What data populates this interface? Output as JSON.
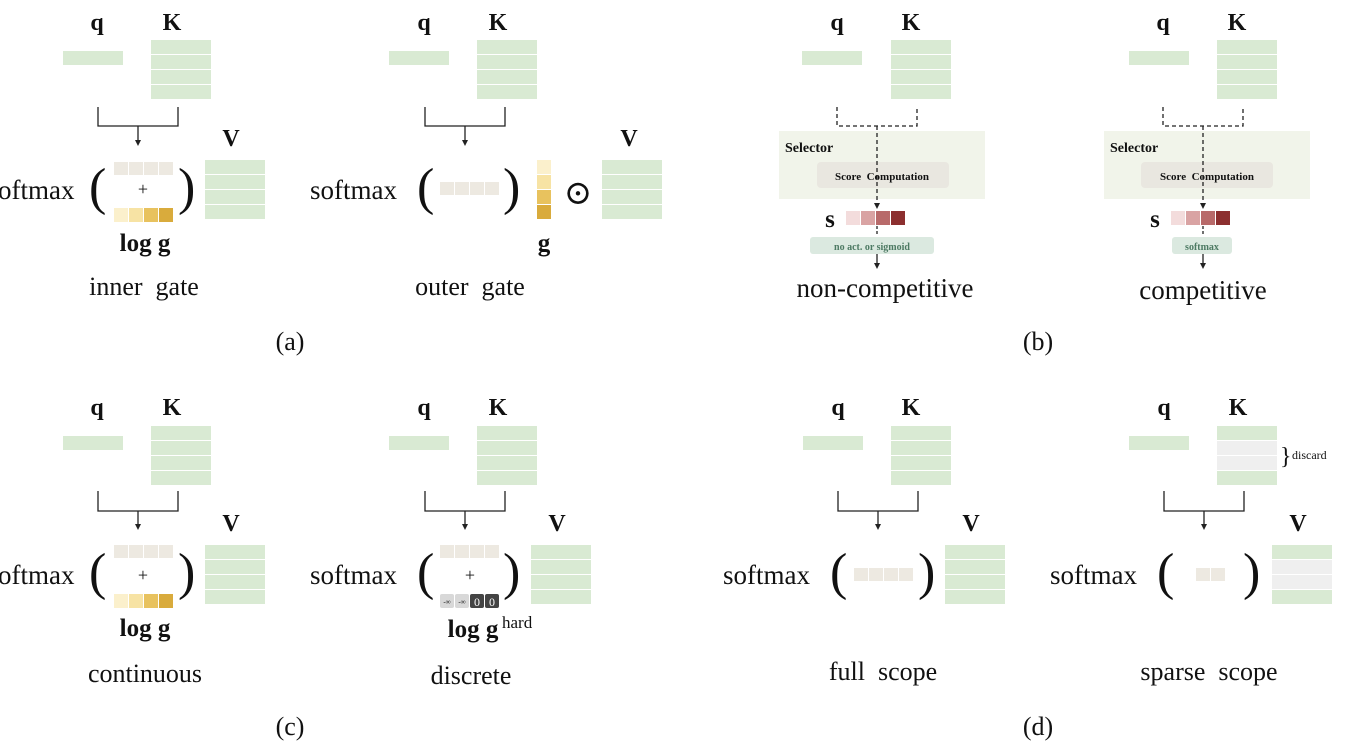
{
  "colors": {
    "green_cell": "#d9ead3",
    "green_border": "#ffffff",
    "gray_cell": "#ede9e1",
    "yellow_1": "#fbf0cc",
    "yellow_2": "#f7e3a4",
    "yellow_3": "#e8c25e",
    "yellow_4": "#d9ab3c",
    "red_1": "#f3dcdc",
    "red_2": "#d9a3a3",
    "red_3": "#b86a6a",
    "red_4": "#8c2f2f",
    "selector_bg": "#f1f4ea",
    "score_box_bg": "#e9e7e0",
    "act_box_bg": "#dbe9e0",
    "act_text": "#4d7a63",
    "hard_dark": "#444444",
    "hard_mid": "#666666",
    "discard_row": "#efefef"
  },
  "labels": {
    "q": "q",
    "K": "K",
    "V": "V",
    "softmax": "softmax",
    "softmax_cut": "oftmax",
    "plus": "+",
    "odot": "⊙",
    "log_g": "log g",
    "g": "g",
    "hard": "hard",
    "neg_inf": "-∞",
    "zero": "0",
    "selector": "Selector",
    "score_computation": "Score  Computation",
    "s": "s",
    "discard": "discard"
  },
  "panels": {
    "a": {
      "caption": "(a)",
      "left_label": "inner  gate",
      "right_label": "outer  gate"
    },
    "b": {
      "caption": "(b)",
      "left_label": "non-competitive",
      "right_label": "competitive",
      "left_activation": "no act. or sigmoid",
      "right_activation": "softmax"
    },
    "c": {
      "caption": "(c)",
      "left_label": "continuous",
      "right_label": "discrete"
    },
    "d": {
      "caption": "(d)",
      "left_label": "full  scope",
      "right_label": "sparse  scope"
    }
  }
}
